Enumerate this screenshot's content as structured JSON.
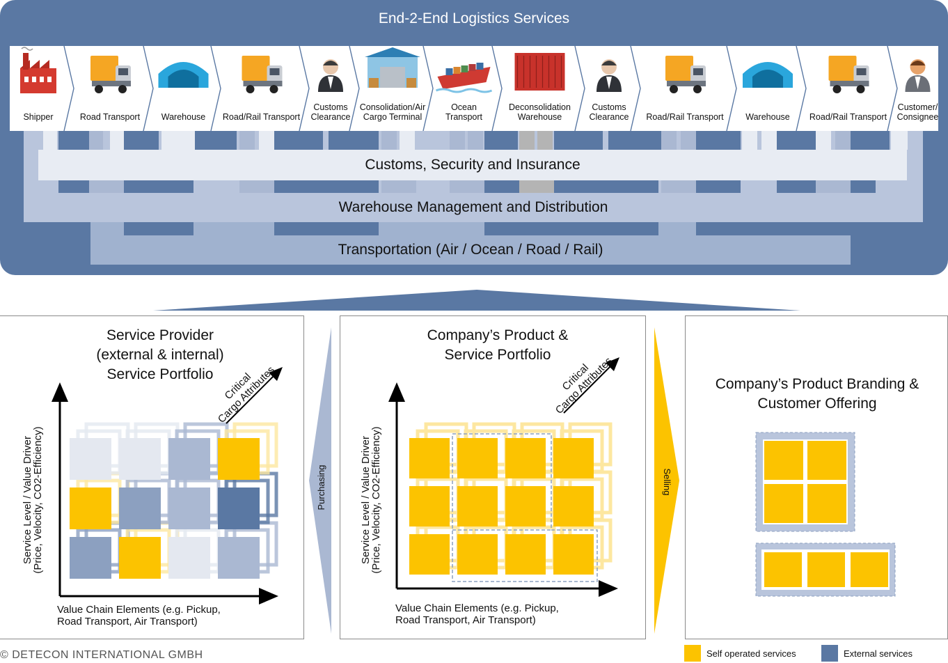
{
  "top": {
    "title": "End-2-End Logistics Services",
    "chain": [
      {
        "label": "Shipper",
        "icon": "factory-icon"
      },
      {
        "label": "Road Transport",
        "icon": "truck-icon"
      },
      {
        "label": "Warehouse",
        "icon": "warehouse-icon"
      },
      {
        "label": "Road/Rail Transport",
        "icon": "truck-icon"
      },
      {
        "label": "Customs\nClearance",
        "icon": "person-icon"
      },
      {
        "label": "Consolidation/Air\nCargo Terminal",
        "icon": "terminal-icon"
      },
      {
        "label": "Ocean\nTransport",
        "icon": "ship-icon"
      },
      {
        "label": "Deconsolidation\nWarehouse",
        "icon": "container-icon"
      },
      {
        "label": "Customs\nClearance",
        "icon": "person-icon"
      },
      {
        "label": "Road/Rail Transport",
        "icon": "truck-icon"
      },
      {
        "label": "Warehouse",
        "icon": "warehouse-icon"
      },
      {
        "label": "Road/Rail Transport",
        "icon": "truck-icon"
      },
      {
        "label": "Customer/\nConsignee",
        "icon": "customer-icon"
      }
    ],
    "bands": {
      "customs": "Customs, Security and Insurance",
      "warehouse": "Warehouse Management and Distribution",
      "transport": "Transportation (Air / Ocean / Road / Rail)"
    }
  },
  "panels": {
    "left_title": "Service Provider\n(external & internal)\nService Portfolio",
    "middle_title": "Company’s Product &\nService Portfolio",
    "right_title": "Company’s Product Branding &\nCustomer Offering",
    "y_axis": "Service Level / Value Driver\n(Price, Velocity, CO2-Efficiency)",
    "x_axis": "Value Chain Elements (e.g. Pickup,\nRoad Transport, Air Transport)",
    "z_axis": "Critical\nCargo Attributes",
    "purchasing": "Purchasing",
    "selling": "Selling"
  },
  "legend": {
    "self": "Self operated services",
    "external": "External services"
  },
  "colors": {
    "panel_blue": "#5a78a3",
    "yellow": "#fcc300",
    "light_yellow": "#fde7a0",
    "blue_light": "#e4e8f0",
    "blue_mid": "#aab8d2",
    "blue_dark": "#8ca0c0",
    "blue_deep": "#5a78a3"
  },
  "copyright": "© DETECON INTERNATIONAL GMBH"
}
